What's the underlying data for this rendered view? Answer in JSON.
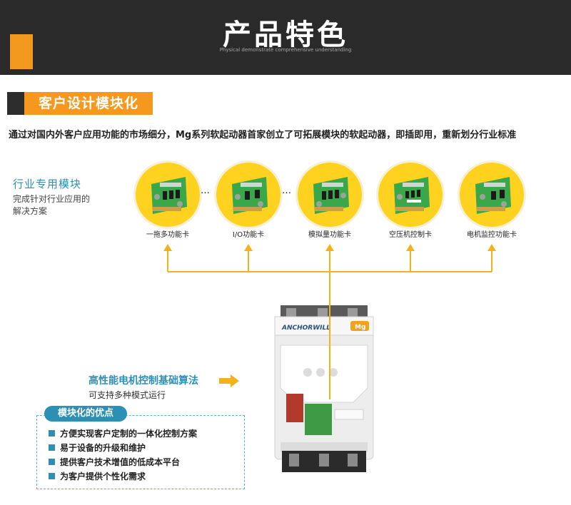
{
  "header": {
    "title": "产品特色",
    "subtitle": "Physical demonstrate comprehensive understanding"
  },
  "section": {
    "title": "客户设计模块化"
  },
  "intro": "通过对国内外客户应用功能的市场细分，Mg系列软起动器首家创立了可拓展模块的软起动器，即插即用，重新划分行业标准",
  "industry": {
    "title": "行业专用模块",
    "desc_line1": "完成针对行业应用的",
    "desc_line2": "解决方案"
  },
  "cards": [
    {
      "label": "一拖多功能卡",
      "icon": "pcb-card-icon"
    },
    {
      "label": "I/O功能卡",
      "icon": "pcb-card-icon"
    },
    {
      "label": "模拟量功能卡",
      "icon": "pcb-card-icon"
    },
    {
      "label": "空压机控制卡",
      "icon": "pcb-card-icon"
    },
    {
      "label": "电机监控功能卡",
      "icon": "pcb-card-icon"
    }
  ],
  "ellipsis": "…",
  "algorithm": {
    "title": "高性能电机控制基础算法",
    "desc": "可支持多种模式运行"
  },
  "advantages": {
    "title": "模块化的优点",
    "items": [
      "方便实现客户定制的一体化控制方案",
      "易于设备的升级和维护",
      "提供客户技术增值的低成本平台",
      "为客户提供个性化需求"
    ]
  },
  "device": {
    "brand": "ANCHORWILL",
    "badge": "Mg"
  },
  "colors": {
    "header_bg": "#2a2a2a",
    "accent_orange": "#f5981d",
    "card_yellow": "#ffd21f",
    "accent_blue": "#2c90b5",
    "pcb_green": "#3aa84a"
  }
}
